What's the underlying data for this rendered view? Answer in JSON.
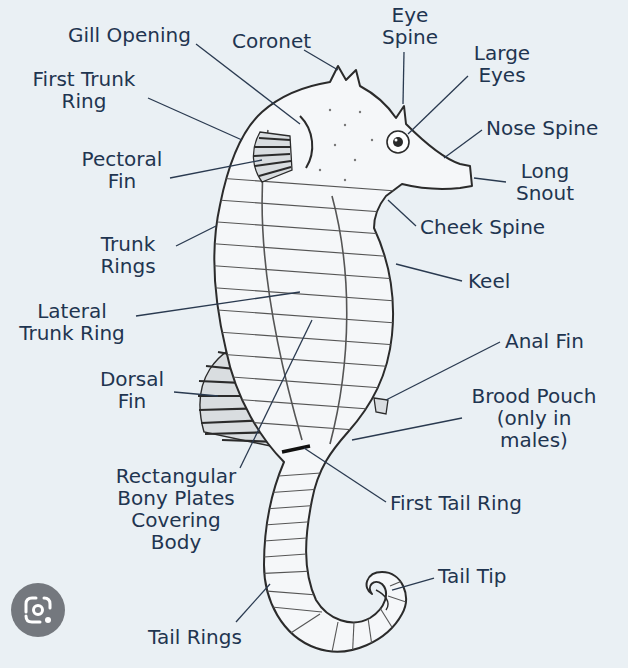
{
  "diagram": {
    "labels": [
      "Gill Opening",
      "Coronet",
      "Eye Spine",
      "Large Eyes",
      "First Trunk Ring",
      "Nose Spine",
      "Pectoral Fin",
      "Long Snout",
      "Cheek Spine",
      "Trunk Rings",
      "Keel",
      "Lateral Trunk Ring",
      "Anal Fin",
      "Dorsal Fin",
      "Brood Pouch (only in males)",
      "Rectangular Bony Plates Covering Body",
      "First Tail Ring",
      "Tail Tip",
      "Tail Rings"
    ]
  }
}
